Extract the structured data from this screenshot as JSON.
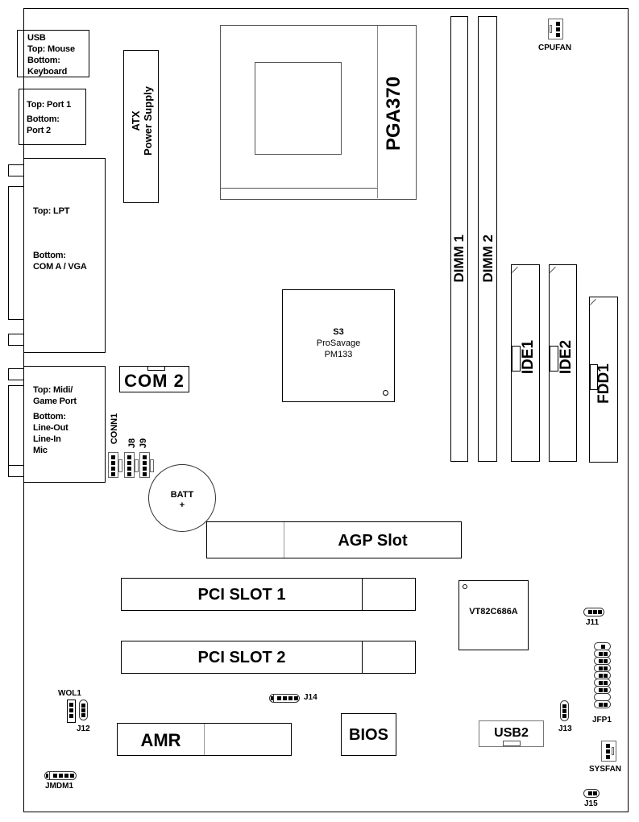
{
  "board": {
    "io": {
      "usb_ps2": [
        "USB",
        "Top: Mouse",
        "Bottom:",
        "Keyboard"
      ],
      "com_ports": [
        "Top: Port 1",
        "Bottom:",
        "Port 2"
      ],
      "lpt": {
        "top": "Top: LPT",
        "bottom1": "Bottom:",
        "bottom2": "COM A / VGA"
      },
      "audio": [
        "Top: Midi/",
        "Game Port",
        "Bottom:",
        "Line-Out",
        "Line-In",
        "Mic"
      ]
    },
    "atx_power": {
      "line1": "ATX",
      "line2": "Power Supply"
    },
    "cpu_socket": "PGA370",
    "cpufan": "CPUFAN",
    "dimms": [
      "DIMM 1",
      "DIMM 2"
    ],
    "ide": [
      "IDE1",
      "IDE2"
    ],
    "fdd": "FDD1",
    "northbridge": [
      "S3",
      "ProSavage",
      "PM133"
    ],
    "com2": "COM 2",
    "conn_headers": [
      "CONN1",
      "J8",
      "J9"
    ],
    "battery": {
      "label": "BATT",
      "polarity": "+"
    },
    "agp": "AGP Slot",
    "pci": [
      "PCI SLOT 1",
      "PCI SLOT 2"
    ],
    "southbridge": "VT82C686A",
    "jumpers": {
      "j11": "J11",
      "jfp1": "JFP1",
      "j13": "J13",
      "j14": "J14",
      "wol1": "WOL1",
      "j12": "J12",
      "jmdm1": "JMDM1",
      "sysfan": "SYSFAN",
      "j15": "J15"
    },
    "amr": "AMR",
    "bios": "BIOS",
    "usb2": "USB2"
  }
}
